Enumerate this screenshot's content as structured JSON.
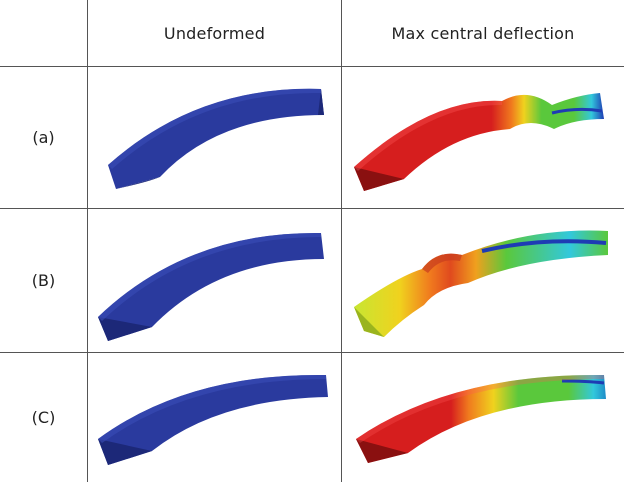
{
  "table": {
    "headers": {
      "undeformed": "Undeformed",
      "deflection": "Max central deflection"
    },
    "rows": [
      {
        "label": "(a)"
      },
      {
        "label": "(B)"
      },
      {
        "label": "(C)"
      }
    ]
  },
  "colors": {
    "undeformed_blue": "#2a3a9e",
    "high_deflection": "#d61e1e",
    "mid_orange": "#f07a1e",
    "mid_yellow": "#f0d21e",
    "mid_green": "#5ac83c",
    "low_cyan": "#32c8dc",
    "low_blue": "#1e3cb4"
  }
}
